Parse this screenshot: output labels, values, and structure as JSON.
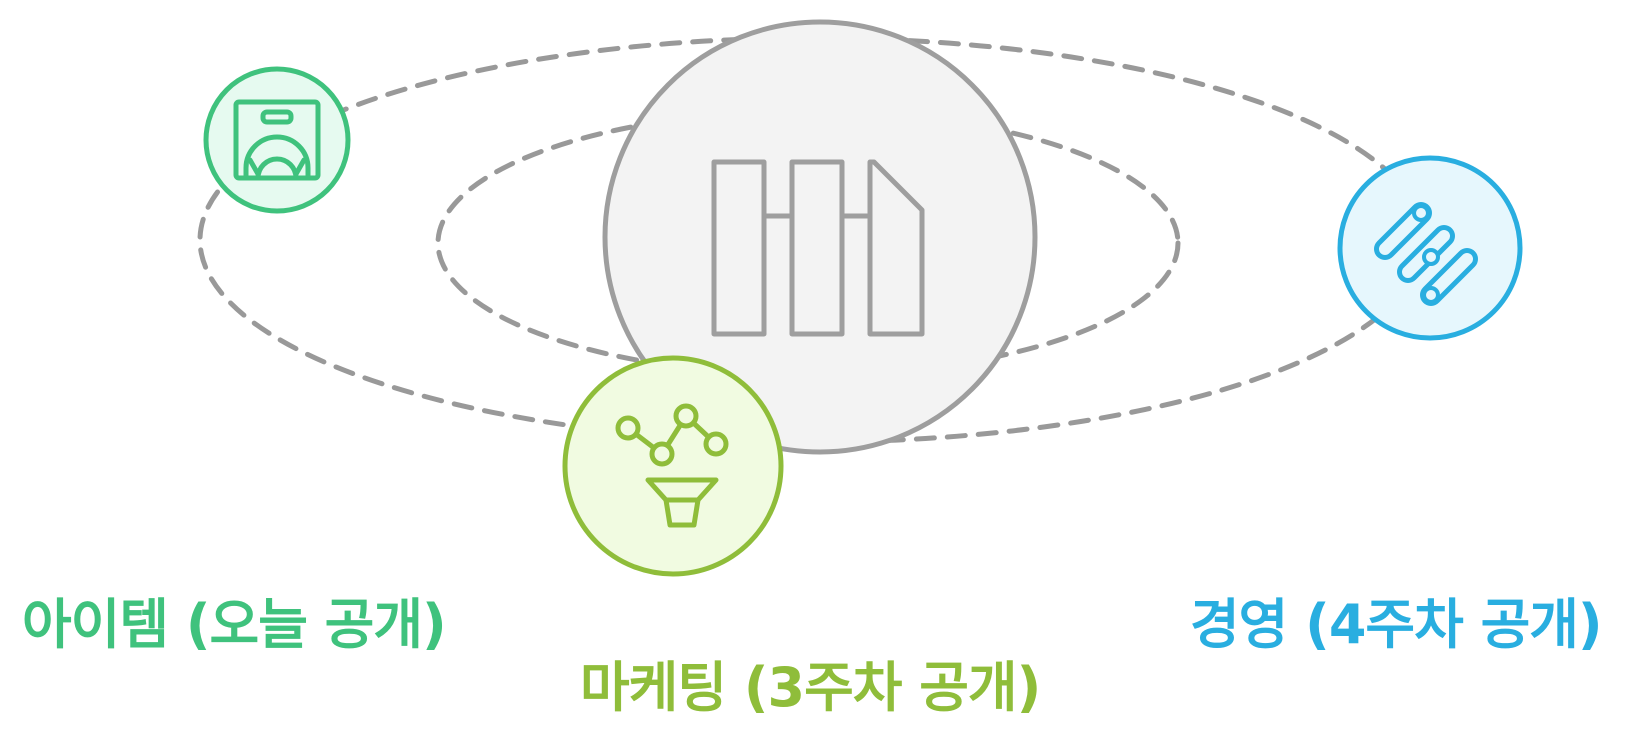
{
  "colors": {
    "orbit": "#999999",
    "center_stroke": "#9e9e9e",
    "center_fill": "#f3f3f3",
    "item": "#3fc27d",
    "item_fill": "#e6faf0",
    "marketing": "#8fbd3a",
    "marketing_fill": "#f1fbe1",
    "management": "#29aee0",
    "management_fill": "#e6f7fd"
  },
  "center": {
    "icon": "document-columns-icon"
  },
  "nodes": [
    {
      "key": "item",
      "icon": "inventory-box-icon",
      "label": "아이템 (오늘 공개)"
    },
    {
      "key": "marketing",
      "icon": "marketing-funnel-icon",
      "label": "마케팅 (3주차 공개)"
    },
    {
      "key": "management",
      "icon": "management-sliders-icon",
      "label": "경영 (4주차 공개)"
    }
  ]
}
